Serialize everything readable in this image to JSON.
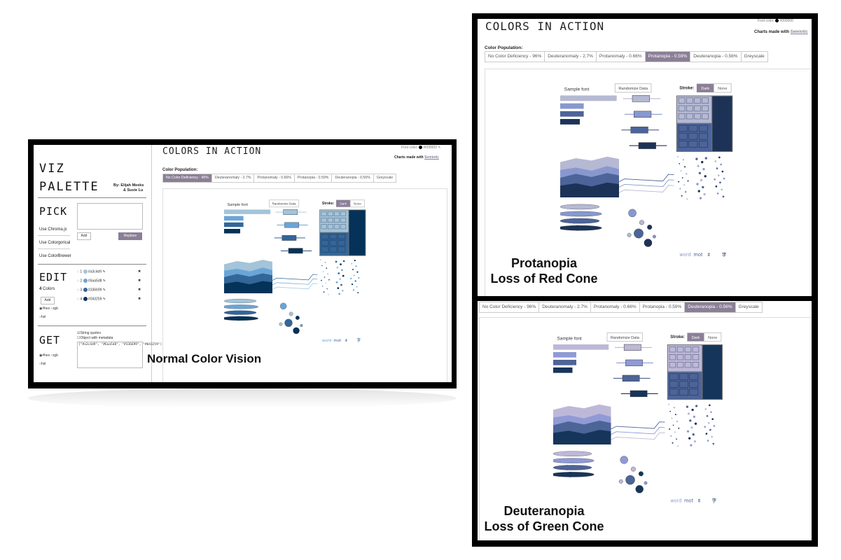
{
  "left_app": {
    "viz_title_line1": "VIZ",
    "viz_title_line2": "PALETTE",
    "byline1": "By: Elijah Meeks",
    "byline2": "& Susie Lu",
    "pick": "PICK",
    "add": "Add",
    "replace": "Replace",
    "use_chroma": "Use Chroma.js",
    "use_colorgorical": "Use Colorgorical",
    "use_colorbrewer": "Use ColorBrewer",
    "edit": "EDIT",
    "colors_count": "4",
    "colors_word": "Colors",
    "add2": "Add",
    "hex": "#hex",
    "rgb": "rgb",
    "hsl": "hsl",
    "get": "GET",
    "string_quotes": "String quotes",
    "object_meta": "Object with metadata",
    "code": "[\"#a3c4d9\",\n\"#6aa5d8\",\n\"#336699\",\n\"#043259\"]",
    "palette": [
      {
        "num": "1",
        "hex": "#a3c4d9",
        "color": "#a3c4d9"
      },
      {
        "num": "2",
        "hex": "#6aa5d8",
        "color": "#6aa5d8"
      },
      {
        "num": "3",
        "hex": "#336699",
        "color": "#336699"
      },
      {
        "num": "4",
        "hex": "#043259",
        "color": "#043259"
      }
    ]
  },
  "colors_in_action": "COLORS IN ACTION",
  "font_color_label": "Font color:",
  "font_color_value": "#000000",
  "charts_made_with": "Charts made with",
  "semiotic": "Semiotic",
  "color_population": "Color Population:",
  "tabs": [
    "No Color Deficiency - 96%",
    "Deuteranomaly - 2.7%",
    "Protanomaly - 0.66%",
    "Protanopia - 0.59%",
    "Deuteranopia - 0.56%",
    "Greyscale"
  ],
  "sample_font": "Sample font",
  "randomize": "Randomize Data",
  "stroke_label": "Stroke:",
  "stroke_dark": "Dark",
  "stroke_none": "None",
  "words": [
    "word",
    "mot",
    "ʬ",
    "字"
  ],
  "captions": {
    "normal": "Normal Color Vision",
    "protanopia_1": "Protanopia",
    "protanopia_2": "Loss of Red Cone",
    "deuteranopia_1": "Deuteranopia",
    "deuteranopia_2": "Loss of Green Cone"
  },
  "palettes": {
    "normal": [
      "#a3c4d9",
      "#6aa5d8",
      "#336699",
      "#043259"
    ],
    "protanopia": [
      "#b6b9d3",
      "#8898cf",
      "#4c6499",
      "#1c3357"
    ],
    "deuteranopia": [
      "#beb8d8",
      "#8f9ad6",
      "#4d6497",
      "#16355a"
    ]
  },
  "colors": {
    "accent": "#8b7f96",
    "frame": "#000000"
  }
}
